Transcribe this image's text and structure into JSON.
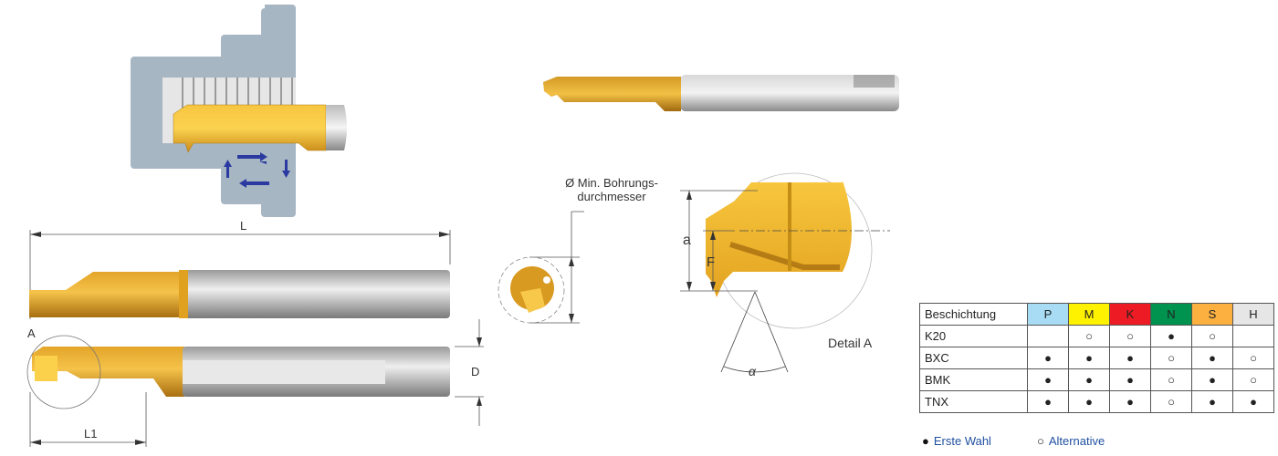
{
  "drawings": {
    "assembly_view": {
      "description": "thread-cutting tool in workpiece cross-section with motion arrows"
    },
    "side_view": {
      "dim_L": "L",
      "dim_L1": "L1",
      "dim_D": "D",
      "detail_marker": "A"
    },
    "product_photo": {
      "description": "gold-coated boring bar"
    },
    "end_view": {
      "min_bore_label_line1": "Ø Min. Bohrungs-",
      "min_bore_label_line2": "durchmesser"
    },
    "detail_view": {
      "dim_a": "a",
      "dim_F": "F",
      "angle": "α",
      "title": "Detail A"
    }
  },
  "coating_table": {
    "header_label": "Beschichtung",
    "columns": [
      {
        "label": "P",
        "color": "#a8dcf5"
      },
      {
        "label": "M",
        "color": "#fff200"
      },
      {
        "label": "K",
        "color": "#ed1c24"
      },
      {
        "label": "N",
        "color": "#00924f"
      },
      {
        "label": "S",
        "color": "#fbb040"
      },
      {
        "label": "H",
        "color": "#e6e6e6"
      }
    ],
    "rows": [
      {
        "name": "K20",
        "cells": [
          "",
          "○",
          "○",
          "●",
          "○",
          ""
        ]
      },
      {
        "name": "BXC",
        "cells": [
          "●",
          "●",
          "●",
          "○",
          "●",
          "○"
        ]
      },
      {
        "name": "BMK",
        "cells": [
          "●",
          "●",
          "●",
          "○",
          "●",
          "○"
        ]
      },
      {
        "name": "TNX",
        "cells": [
          "●",
          "●",
          "●",
          "○",
          "●",
          "●"
        ]
      }
    ]
  },
  "legend": {
    "first_choice_symbol": "●",
    "first_choice_label": "Erste Wahl",
    "alternative_symbol": "○",
    "alternative_label": "Alternative"
  }
}
